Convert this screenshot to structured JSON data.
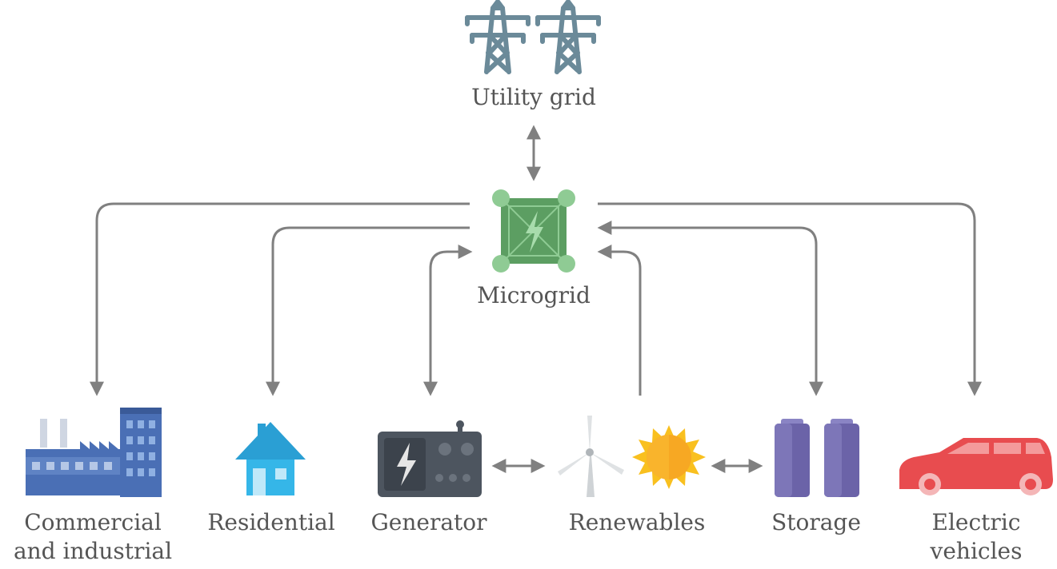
{
  "nodes": {
    "utility_grid": "Utility grid",
    "microgrid": "Microgrid",
    "commercial": "Commercial and industrial",
    "residential": "Residential",
    "generator": "Generator",
    "renewables": "Renewables",
    "storage": "Storage",
    "electric_vehicles": "Electric vehicles"
  },
  "colors": {
    "arrow": "#808080",
    "text": "#555555",
    "tower": "#6b8a99",
    "microgrid": "#5c9e62",
    "building": "#4a6fb5",
    "house": "#35b6e8",
    "generator": "#4d555f",
    "sun": "#f7a823",
    "turbine": "#cfd3d6",
    "battery": "#6b63a8",
    "car": "#e84c4f"
  }
}
